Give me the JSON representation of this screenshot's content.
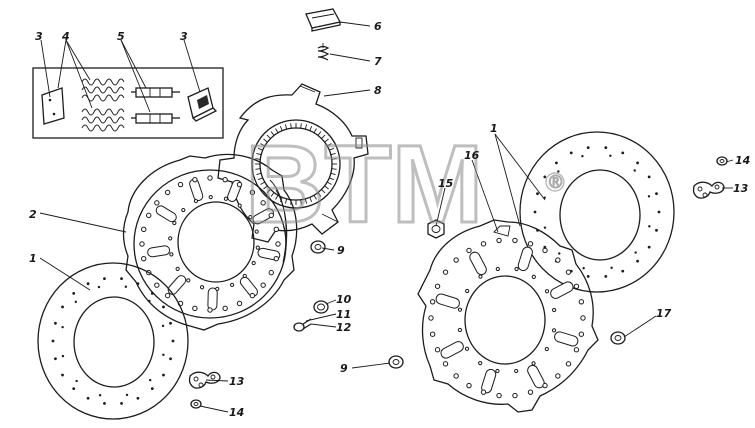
{
  "diagram": {
    "watermark": "BTM",
    "watermark_mark": "®",
    "callouts": [
      {
        "id": "c-3a",
        "label": "3"
      },
      {
        "id": "c-4",
        "label": "4"
      },
      {
        "id": "c-5",
        "label": "5"
      },
      {
        "id": "c-3b",
        "label": "3"
      },
      {
        "id": "c-6",
        "label": "6"
      },
      {
        "id": "c-7",
        "label": "7"
      },
      {
        "id": "c-8",
        "label": "8"
      },
      {
        "id": "c-2",
        "label": "2"
      },
      {
        "id": "c-1a",
        "label": "1"
      },
      {
        "id": "c-9a",
        "label": "9"
      },
      {
        "id": "c-10",
        "label": "10"
      },
      {
        "id": "c-11",
        "label": "11"
      },
      {
        "id": "c-12",
        "label": "12"
      },
      {
        "id": "c-9b",
        "label": "9"
      },
      {
        "id": "c-13a",
        "label": "13"
      },
      {
        "id": "c-14a",
        "label": "14"
      },
      {
        "id": "c-1b",
        "label": "1"
      },
      {
        "id": "c-16",
        "label": "16"
      },
      {
        "id": "c-15",
        "label": "15"
      },
      {
        "id": "c-14b",
        "label": "14"
      },
      {
        "id": "c-13b",
        "label": "13"
      },
      {
        "id": "c-17",
        "label": "17"
      }
    ]
  }
}
